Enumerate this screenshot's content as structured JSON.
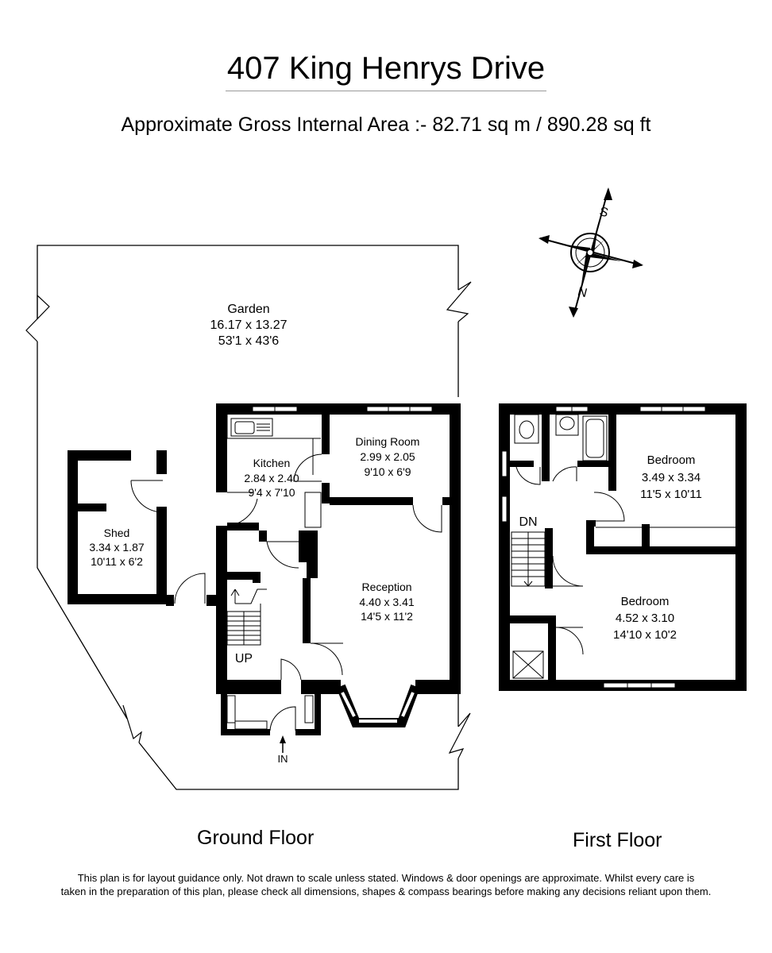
{
  "title": "407 King Henrys Drive",
  "subtitle": "Approximate Gross Internal Area :- 82.71 sq m / 890.28 sq ft",
  "compass": {
    "north": "N",
    "south": "S"
  },
  "ground_floor": {
    "label": "Ground Floor",
    "rooms": {
      "garden": {
        "name": "Garden",
        "metric": "16.17 x 13.27",
        "imperial": "53'1 x 43'6"
      },
      "kitchen": {
        "name": "Kitchen",
        "metric": "2.84 x 2.40",
        "imperial": "9'4 x 7'10"
      },
      "dining": {
        "name": "Dining Room",
        "metric": "2.99 x 2.05",
        "imperial": "9'10 x 6'9"
      },
      "shed": {
        "name": "Shed",
        "metric": "3.34 x 1.87",
        "imperial": "10'11 x 6'2"
      },
      "reception": {
        "name": "Reception",
        "metric": "4.40 x 3.41",
        "imperial": "14'5 x 11'2"
      }
    },
    "stairs_label": "UP",
    "entrance_label": "IN"
  },
  "first_floor": {
    "label": "First Floor",
    "rooms": {
      "bedroom1": {
        "name": "Bedroom",
        "metric": "3.49 x 3.34",
        "imperial": "11'5 x 10'11"
      },
      "bedroom2": {
        "name": "Bedroom",
        "metric": "4.52 x 3.10",
        "imperial": "14'10 x 10'2"
      }
    },
    "stairs_label": "DN"
  },
  "disclaimer": {
    "line1": "This plan is for layout guidance only. Not drawn to scale unless stated. Windows & door openings are approximate. Whilst every care is",
    "line2": "taken in the preparation of this plan, please check all dimensions, shapes & compass bearings before making any decisions reliant upon them."
  },
  "colors": {
    "wall": "#000000",
    "outline": "#000000",
    "background": "#ffffff",
    "rule": "#9a9a9a"
  }
}
